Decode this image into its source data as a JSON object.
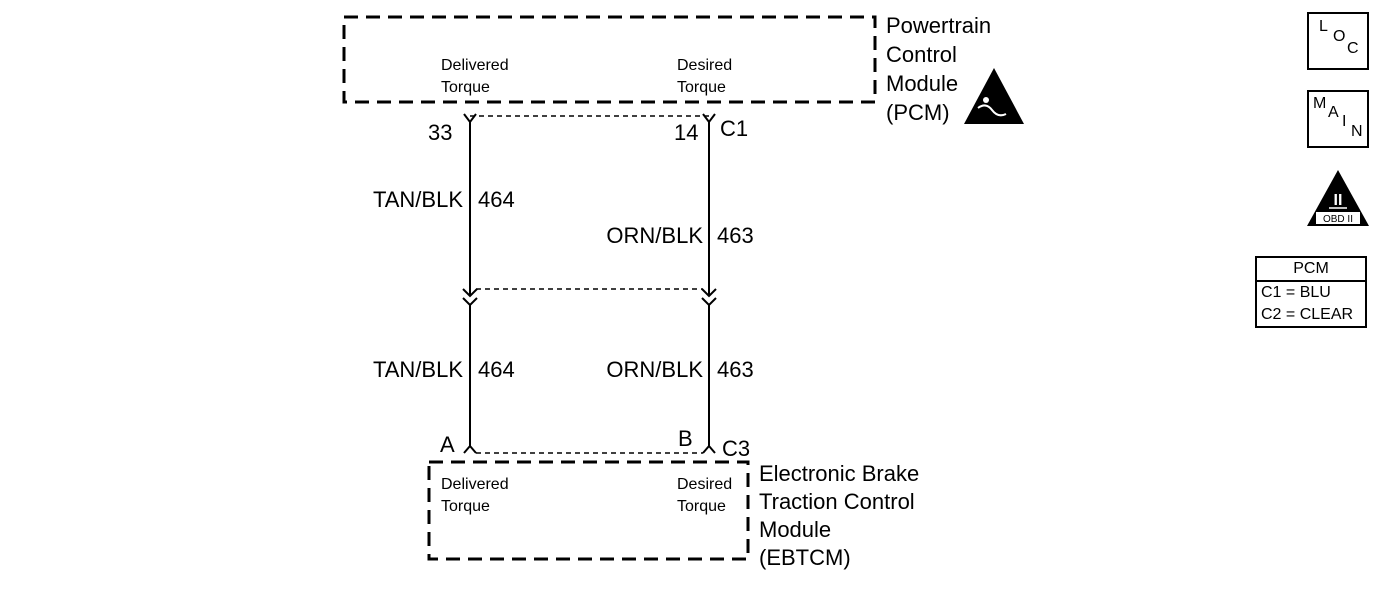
{
  "pcm_module": {
    "name_lines": [
      "Powertrain",
      "Control",
      "Module",
      "(PCM)"
    ],
    "pin_left_label": [
      "Delivered",
      "Torque"
    ],
    "pin_right_label": [
      "Desired",
      "Torque"
    ],
    "connector": "C1",
    "pin_left_number": "33",
    "pin_right_number": "14"
  },
  "ebtcm_module": {
    "name_lines": [
      "Electronic Brake",
      "Traction Control",
      "Module",
      "(EBTCM)"
    ],
    "pin_left_label": [
      "Delivered",
      "Torque"
    ],
    "pin_right_label": [
      "Desired",
      "Torque"
    ],
    "connector": "C3",
    "pin_left_letter": "A",
    "pin_right_letter": "B"
  },
  "wires": {
    "left_upper": {
      "color": "TAN/BLK",
      "circuit": "464"
    },
    "right_upper": {
      "color": "ORN/BLK",
      "circuit": "463"
    },
    "left_lower": {
      "color": "TAN/BLK",
      "circuit": "464"
    },
    "right_lower": {
      "color": "ORN/BLK",
      "circuit": "463"
    }
  },
  "side_icons": {
    "loc": {
      "l": "L",
      "o": "O",
      "c": "C"
    },
    "main": {
      "m": "M",
      "a": "A",
      "i": "I",
      "n": "N"
    },
    "obd": {
      "numeral": "II",
      "caption": "OBD II"
    }
  },
  "connector_table": {
    "header": "PCM",
    "rows": [
      "C1 = BLU",
      "C2 = CLEAR"
    ]
  }
}
